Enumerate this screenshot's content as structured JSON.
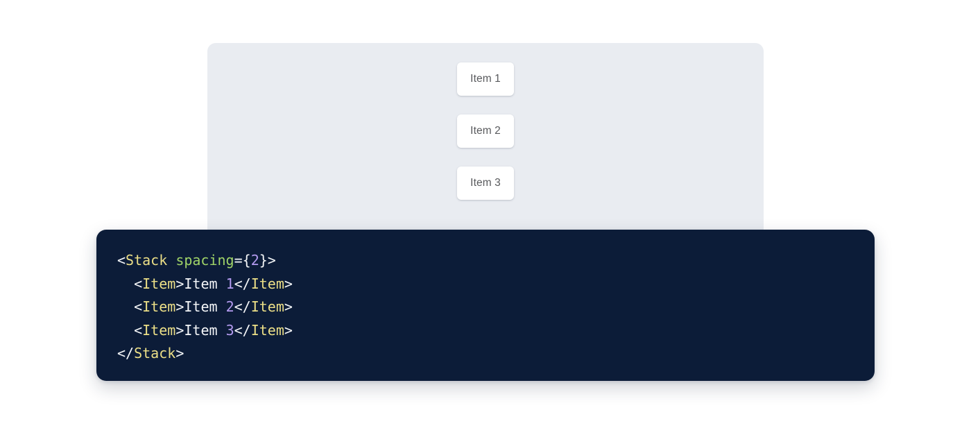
{
  "preview": {
    "panel_background": "#e9ecf1",
    "items": [
      {
        "label": "Item 1"
      },
      {
        "label": "Item 2"
      },
      {
        "label": "Item 3"
      }
    ]
  },
  "code_block": {
    "background": "#0c1c38",
    "language": "jsx",
    "colors": {
      "tag": "#ecdf87",
      "attribute": "#a0d468",
      "number": "#b49bf0",
      "punctuation": "#f4f6f8",
      "text": "#f4f6f8"
    },
    "lines": [
      {
        "indent": "",
        "tokens": [
          {
            "t": "punct",
            "v": "<"
          },
          {
            "t": "tag",
            "v": "Stack"
          },
          {
            "t": "punct",
            "v": " "
          },
          {
            "t": "attr",
            "v": "spacing"
          },
          {
            "t": "punct",
            "v": "={"
          },
          {
            "t": "num",
            "v": "2"
          },
          {
            "t": "punct",
            "v": "}>"
          }
        ]
      },
      {
        "indent": "  ",
        "tokens": [
          {
            "t": "punct",
            "v": "<"
          },
          {
            "t": "tag",
            "v": "Item"
          },
          {
            "t": "punct",
            "v": ">"
          },
          {
            "t": "text",
            "v": "Item "
          },
          {
            "t": "num",
            "v": "1"
          },
          {
            "t": "punct",
            "v": "</"
          },
          {
            "t": "tag",
            "v": "Item"
          },
          {
            "t": "punct",
            "v": ">"
          }
        ]
      },
      {
        "indent": "  ",
        "tokens": [
          {
            "t": "punct",
            "v": "<"
          },
          {
            "t": "tag",
            "v": "Item"
          },
          {
            "t": "punct",
            "v": ">"
          },
          {
            "t": "text",
            "v": "Item "
          },
          {
            "t": "num",
            "v": "2"
          },
          {
            "t": "punct",
            "v": "</"
          },
          {
            "t": "tag",
            "v": "Item"
          },
          {
            "t": "punct",
            "v": ">"
          }
        ]
      },
      {
        "indent": "  ",
        "tokens": [
          {
            "t": "punct",
            "v": "<"
          },
          {
            "t": "tag",
            "v": "Item"
          },
          {
            "t": "punct",
            "v": ">"
          },
          {
            "t": "text",
            "v": "Item "
          },
          {
            "t": "num",
            "v": "3"
          },
          {
            "t": "punct",
            "v": "</"
          },
          {
            "t": "tag",
            "v": "Item"
          },
          {
            "t": "punct",
            "v": ">"
          }
        ]
      },
      {
        "indent": "",
        "tokens": [
          {
            "t": "punct",
            "v": "</"
          },
          {
            "t": "tag",
            "v": "Stack"
          },
          {
            "t": "punct",
            "v": ">"
          }
        ]
      }
    ]
  }
}
